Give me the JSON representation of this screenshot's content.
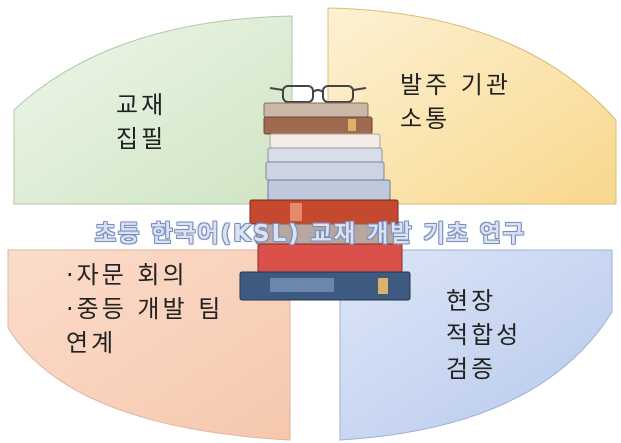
{
  "title": "초등 한국어(KSL) 교재 개발 기초 연구",
  "quadrants": {
    "top_left": {
      "label": "교재\n집필",
      "color": "#dcedd4"
    },
    "top_right": {
      "label": "발주 기관\n소통",
      "color": "#fce7b4"
    },
    "bottom_left": {
      "label": "·자문 회의\n·중등 개발 팀\n연계",
      "color": "#f9d2be"
    },
    "bottom_right": {
      "label": "현장\n적합성\n검증",
      "color": "#c9d6f1"
    }
  },
  "center_image": {
    "icon": "stack-of-books-with-glasses-icon"
  }
}
